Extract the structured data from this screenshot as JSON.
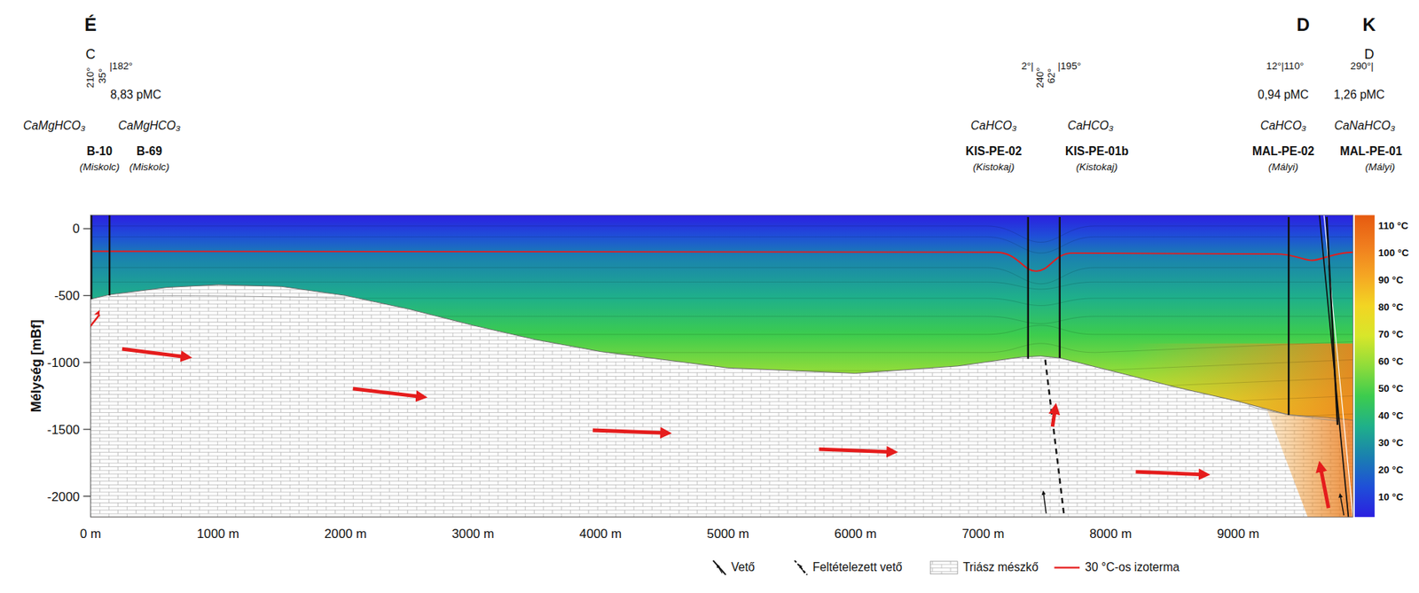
{
  "diagram": {
    "labels": [
      "É",
      "C",
      "210°",
      "35°",
      "|182°",
      "8,83 pMC",
      "CaMgHCO₃",
      "CaMgHCO₃",
      "B-10",
      "(Miskolc)",
      "B-69",
      "(Miskolc)",
      "2°|",
      "240°",
      "62°",
      "|195°",
      "CaHCO₃",
      "CaHCO₃",
      "KIS-PE-02",
      "(Kistokaj)",
      "KIS-PE-01b",
      "(Kistokaj)",
      "D",
      "K",
      "D",
      "12°|110°",
      "290°|",
      "0,94 pMC",
      "1,26 pMC",
      "CaHCO₃",
      "CaNaHCO₃",
      "MAL-PE-02",
      "(Mályi)",
      "MAL-PE-01",
      "(Mályi)",
      "Mélység [mBf]",
      "0",
      "-500",
      "-1000",
      "-1500",
      "-2000",
      "0 m",
      "1000 m",
      "2000 m",
      "3000 m",
      "4000 m",
      "5000 m",
      "6000 m",
      "7000 m",
      "8000 m",
      "9000 m",
      "110 °C",
      "100 °C",
      "90 °C",
      "80 °C",
      "70 °C",
      "60 °C",
      "50 °C",
      "40 °C",
      "30 °C",
      "20 °C",
      "10 °C"
    ],
    "legend": [
      {
        "text": "Vető"
      },
      {
        "text": "Feltételezett vető"
      },
      {
        "text": "Triász mészkő"
      },
      {
        "text": "30 °C-os izoterma"
      }
    ]
  }
}
